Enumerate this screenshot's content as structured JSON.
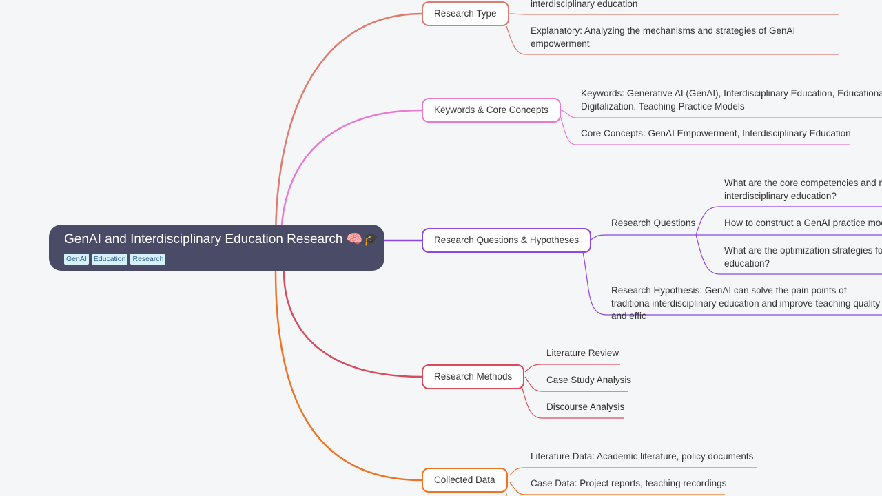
{
  "root": {
    "title": "GenAI and Interdisciplinary Education Research 🧠🎓",
    "tags": [
      "GenAI",
      "Education",
      "Research"
    ]
  },
  "branches": {
    "research_type": {
      "label": "Research Type",
      "color": "#e07a6f",
      "items": [
        "interdisciplinary education",
        "Explanatory: Analyzing the mechanisms and strategies of GenAI empowerment"
      ]
    },
    "keywords": {
      "label": "Keywords & Core Concepts",
      "color": "#e87ad2",
      "items": [
        "Keywords: Generative AI (GenAI), Interdisciplinary Education, Educational Digitalization, Teaching Practice Models",
        "Core Concepts: GenAI Empowerment, Interdisciplinary Education"
      ]
    },
    "questions": {
      "label": "Research Questions & Hypotheses",
      "color": "#8b46e6",
      "sub_label": "Research Questions",
      "sub_items": [
        "What are the core competencies and m interdisciplinary education?",
        "How to construct a GenAI practice mod",
        "What are the optimization strategies fo education?"
      ],
      "hypothesis": "Research Hypothesis: GenAI can solve the pain points of traditiona interdisciplinary education and improve teaching quality and effic"
    },
    "methods": {
      "label": "Research Methods",
      "color": "#dc4a5e",
      "items": [
        "Literature Review",
        "Case Study Analysis",
        "Discourse Analysis"
      ]
    },
    "data": {
      "label": "Collected Data",
      "color": "#f07324",
      "items": [
        "Literature Data: Academic literature, policy documents",
        "Case Data: Project reports, teaching recordings"
      ]
    }
  }
}
